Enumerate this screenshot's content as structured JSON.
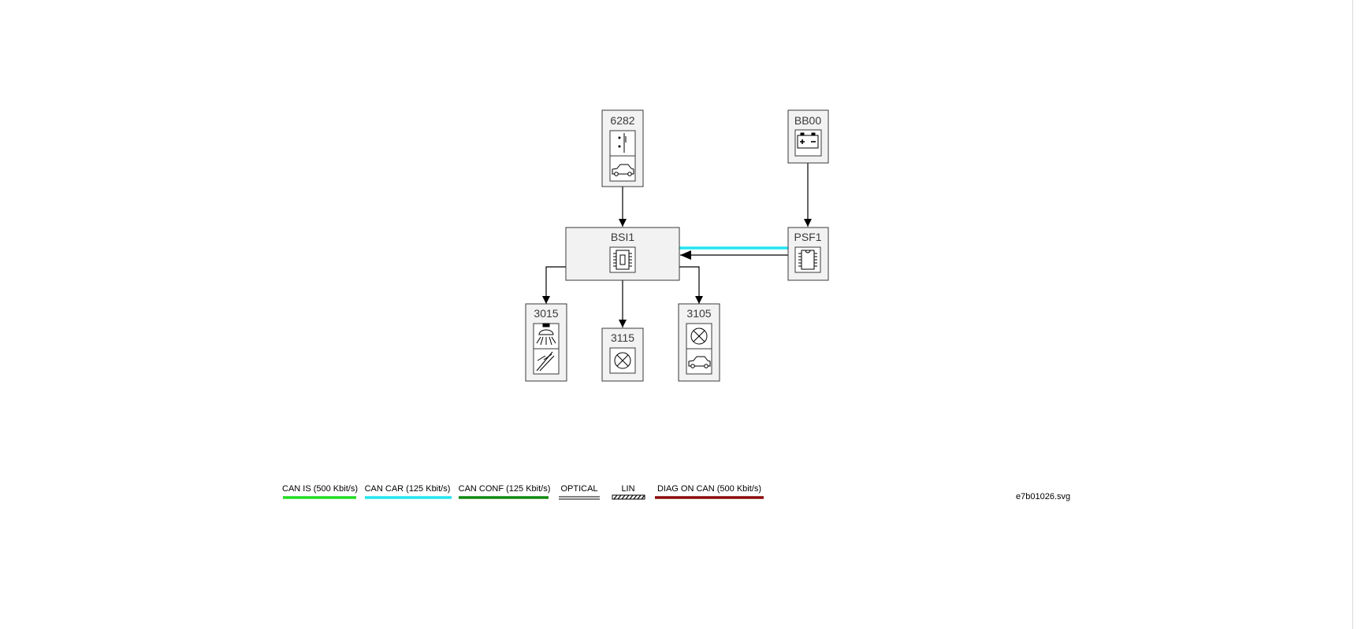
{
  "nodes": {
    "n6282": "6282",
    "bb00": "BB00",
    "bsi1": "BSI1",
    "psf1": "PSF1",
    "n3015": "3015",
    "n3115": "3115",
    "n3105": "3105"
  },
  "legend": [
    {
      "label": "CAN IS (500 Kbit/s)",
      "color": "#22dd22"
    },
    {
      "label": "CAN CAR (125 Kbit/s)",
      "color": "#22e5f0"
    },
    {
      "label": "CAN CONF (125 Kbit/s)",
      "color": "#118a11"
    },
    {
      "label": "OPTICAL",
      "color": "#000000"
    },
    {
      "label": "LIN",
      "color": "#000000"
    },
    {
      "label": "DIAG ON CAN  (500 Kbit/s)",
      "color": "#8b0a0a"
    }
  ],
  "filename": "e7b01026.svg",
  "icons": [
    "door-switch-icon",
    "car-icon",
    "battery-icon",
    "ecu-chip-icon",
    "ceiling-lamp-icon",
    "lamp-icon"
  ]
}
